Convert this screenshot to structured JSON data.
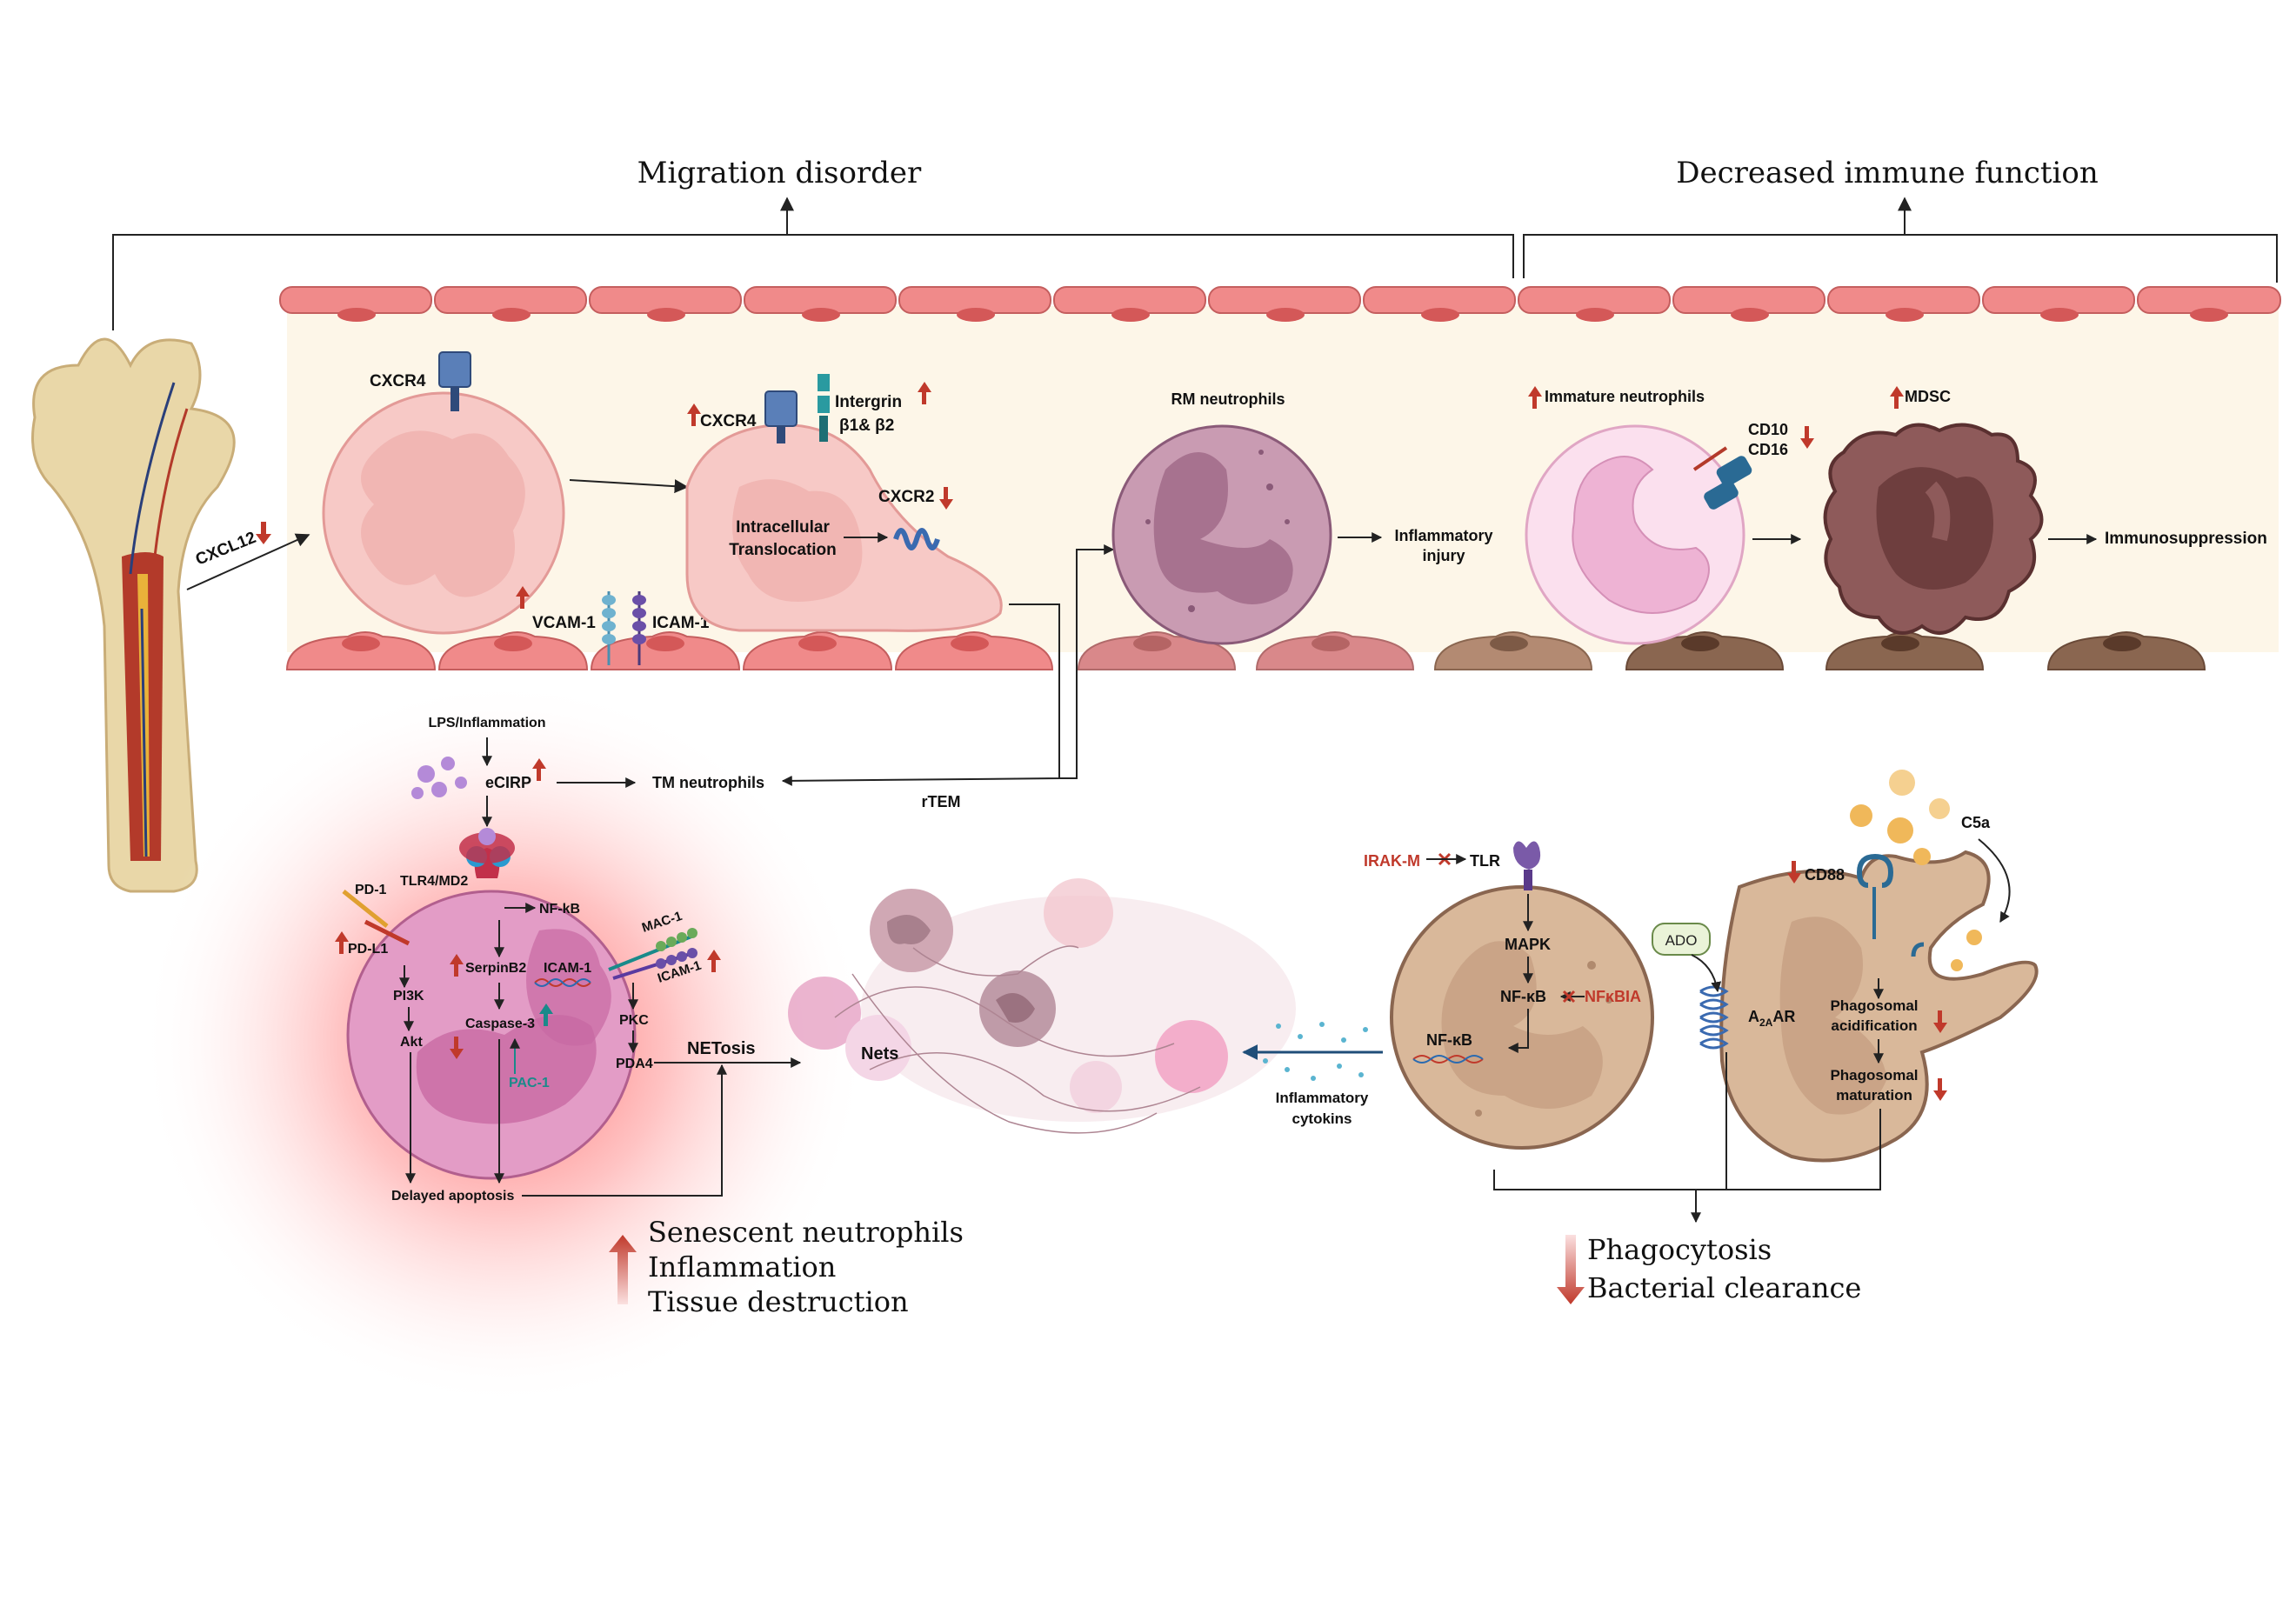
{
  "headers": {
    "migration": "Migration disorder",
    "immune": "Decreased immune function"
  },
  "vessel_labels": {
    "cxcl12": "CXCL12",
    "cxcr4_a": "CXCR4",
    "cxcr4_b": "CXCR4",
    "integrin_1": "Intergrin",
    "integrin_2": "β1& β2",
    "cxcr2": "CXCR2",
    "intracellular_1": "Intracellular",
    "intracellular_2": "Translocation",
    "vcam": "VCAM-1",
    "icam": "ICAM-1",
    "rm_neutrophils": "RM neutrophils",
    "inflammatory_injury_1": "Inflammatory",
    "inflammatory_injury_2": "injury",
    "immature": "Immature neutrophils",
    "cd10": "CD10",
    "cd16": "CD16",
    "mdsc": "MDSC",
    "immunosuppression": "Immunosuppression"
  },
  "senescent": {
    "lps": "LPS/Inflammation",
    "ecirp": "eCIRP",
    "tm_neutrophils": "TM neutrophils",
    "rtem": "rTEM",
    "tlr4": "TLR4/MD2",
    "pd1": "PD-1",
    "pdl1": "PD-L1",
    "nfkb": "NF-kB",
    "serpinb2": "SerpinB2",
    "icam_in": "ICAM-1",
    "mac1": "MAC-1",
    "icam_out": "ICAM-1",
    "pi3k": "PI3K",
    "akt": "Akt",
    "caspase": "Caspase-3",
    "pac1": "PAC-1",
    "pkc": "PKC",
    "pda4": "PDA4",
    "netosis": "NETosis",
    "nets": "Nets",
    "delayed": "Delayed apoptosis",
    "outcome_1": "Senescent neutrophils",
    "outcome_2": "Inflammation",
    "outcome_3": "Tissue destruction"
  },
  "phago": {
    "irakm": "IRAK-M",
    "tlr": "TLR",
    "mapk": "MAPK",
    "nfkb1": "NF-κB",
    "nfkbia": "NFκBIA",
    "nfkb2": "NF-κB",
    "cytokines_1": "Inflammatory",
    "cytokines_2": "cytokins",
    "ado": "ADO",
    "a2aar_a": "A",
    "a2aar_sub": "2A",
    "a2aar_b": "AR",
    "cd88": "CD88",
    "c5a": "C5a",
    "acid_1": "Phagosomal",
    "acid_2": "acidification",
    "mat_1": "Phagosomal",
    "mat_2": "maturation",
    "outcome_1": "Phagocytosis",
    "outcome_2": "Bacterial clearance"
  },
  "colors": {
    "endothelium": "#f08a8a",
    "endo_dark": "#b5806a",
    "lumen": "#fdf6e8",
    "cell_pink": "#f7c3c3",
    "rm_purple": "#c08aa8",
    "mdsc_brown": "#8a4a4a",
    "up_red": "#c0392b",
    "teal": "#1a8a8a"
  }
}
